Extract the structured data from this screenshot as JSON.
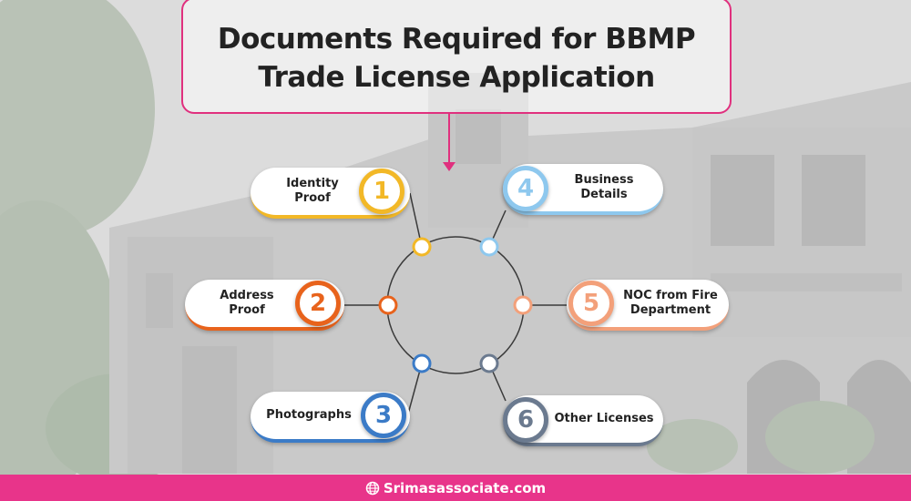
{
  "title": {
    "line1": "Documents Required for BBMP",
    "line2": "Trade License Application"
  },
  "items": [
    {
      "number": "1",
      "label": "Identity Proof",
      "color": "#f2b827"
    },
    {
      "number": "2",
      "label": "Address Proof",
      "color": "#e8631c"
    },
    {
      "number": "3",
      "label": "Photographs",
      "color": "#3b7bc7"
    },
    {
      "number": "4",
      "label": "Business Details",
      "color": "#8ec8ee"
    },
    {
      "number": "5",
      "label": "NOC from Fire Department",
      "color": "#f3a07a"
    },
    {
      "number": "6",
      "label": "Other Licenses",
      "color": "#6b7a8f"
    }
  ],
  "colors": {
    "accent": "#e8348a",
    "title_border": "#e0307e",
    "connector": "#3a3a3a"
  },
  "footer": {
    "website": "Srimasassociate.com",
    "icon": "globe-icon"
  }
}
